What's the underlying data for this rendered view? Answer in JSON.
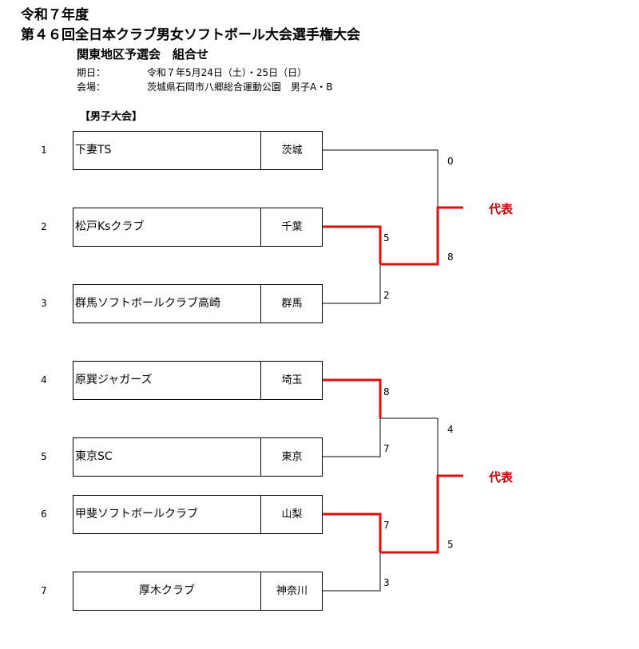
{
  "header": {
    "title_line1": "令和７年度",
    "title_line2": "第４６回全日本クラブ男女ソフトボール大会選手権大会",
    "subtitle": "関東地区予選会　組合せ",
    "date_label": "期日：",
    "date_value": "令和７年5月24日（土）・25日（日）",
    "venue_label": "会場：",
    "venue_value": "茨城県石岡市八郷総合運動公園　男子A・B"
  },
  "section_label": "【男子大会】",
  "teams": [
    {
      "seed": "1",
      "name": "下妻TS",
      "pref": "茨城"
    },
    {
      "seed": "2",
      "name": "松戸Ksクラブ",
      "pref": "千葉"
    },
    {
      "seed": "3",
      "name": "群馬ソフトボールクラブ高崎",
      "pref": "群馬"
    },
    {
      "seed": "4",
      "name": "原巽ジャガーズ",
      "pref": "埼玉"
    },
    {
      "seed": "5",
      "name": "東京SC",
      "pref": "東京"
    },
    {
      "seed": "6",
      "name": "甲斐ソフトボールクラブ",
      "pref": "山梨"
    },
    {
      "seed": "7",
      "name": "厚木クラブ",
      "pref": "神奈川"
    }
  ],
  "scores": {
    "block_a_final_top": "0",
    "block_a_final_bottom": "8",
    "match_2v3_top": "5",
    "match_2v3_bottom": "2",
    "match_4v5_top": "8",
    "match_4v5_bottom": "7",
    "block_b_final_top": "4",
    "block_b_final_bottom": "5",
    "match_6v7_top": "7",
    "match_6v7_bottom": "3"
  },
  "representative_labels": [
    "代表",
    "代表"
  ],
  "colors": {
    "winner_line": "#dd1111",
    "representative_text": "#cc0000",
    "line": "#000000"
  }
}
